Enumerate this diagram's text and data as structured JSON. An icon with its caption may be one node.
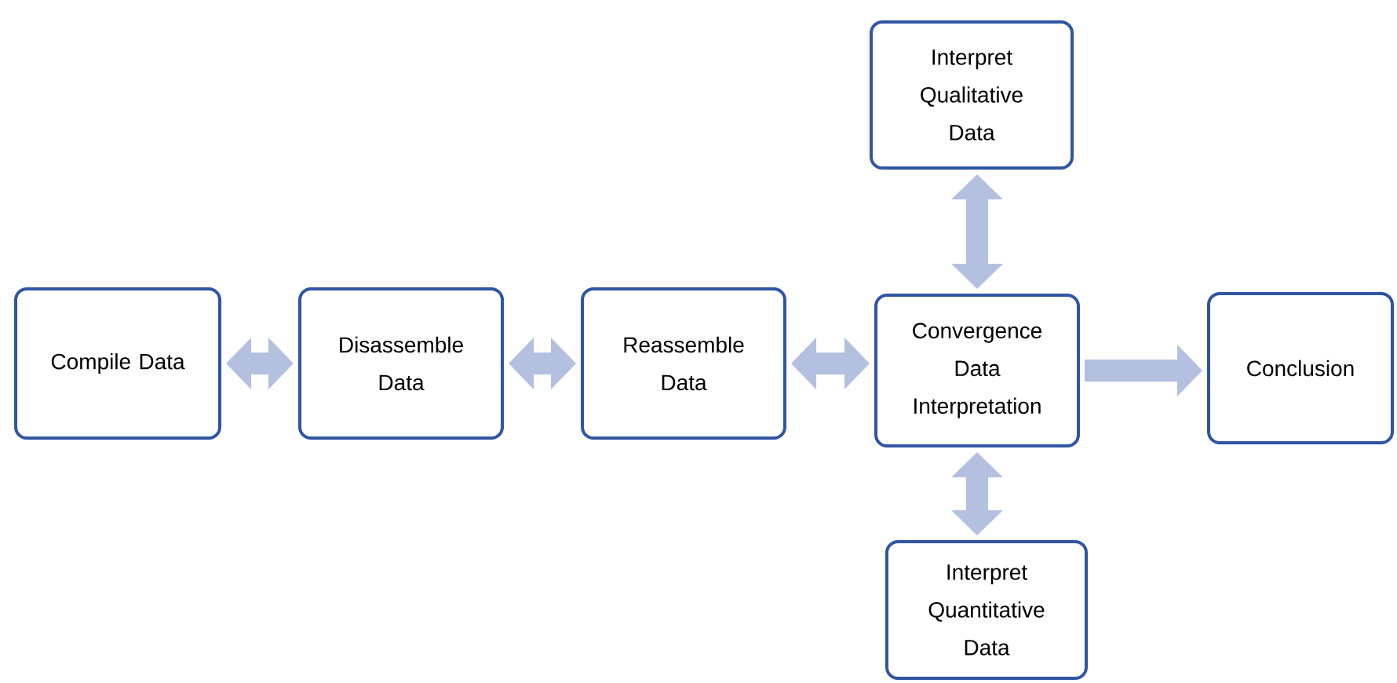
{
  "diagram": {
    "nodes": [
      {
        "text": [
          "Compile Data"
        ]
      },
      {
        "text": [
          "Disassemble Data"
        ]
      },
      {
        "text": [
          "Reassemble Data"
        ]
      },
      {
        "text": [
          "Interpret Qualitative Data"
        ]
      },
      {
        "text": [
          "Convergence Data Interpretation"
        ]
      },
      {
        "text": [
          "Conclusion"
        ]
      },
      {
        "text": [
          "Interpret Quantitative Data"
        ]
      }
    ],
    "edges": [
      {
        "from": 0,
        "to": 1,
        "arrow": "both"
      },
      {
        "from": 1,
        "to": 2,
        "arrow": "both"
      },
      {
        "from": 2,
        "to": 4,
        "arrow": "both"
      },
      {
        "from": 4,
        "to": 3,
        "arrow": "both"
      },
      {
        "from": 4,
        "to": 5,
        "arrow": "to"
      },
      {
        "from": 4,
        "to": 6,
        "arrow": "both"
      }
    ]
  }
}
